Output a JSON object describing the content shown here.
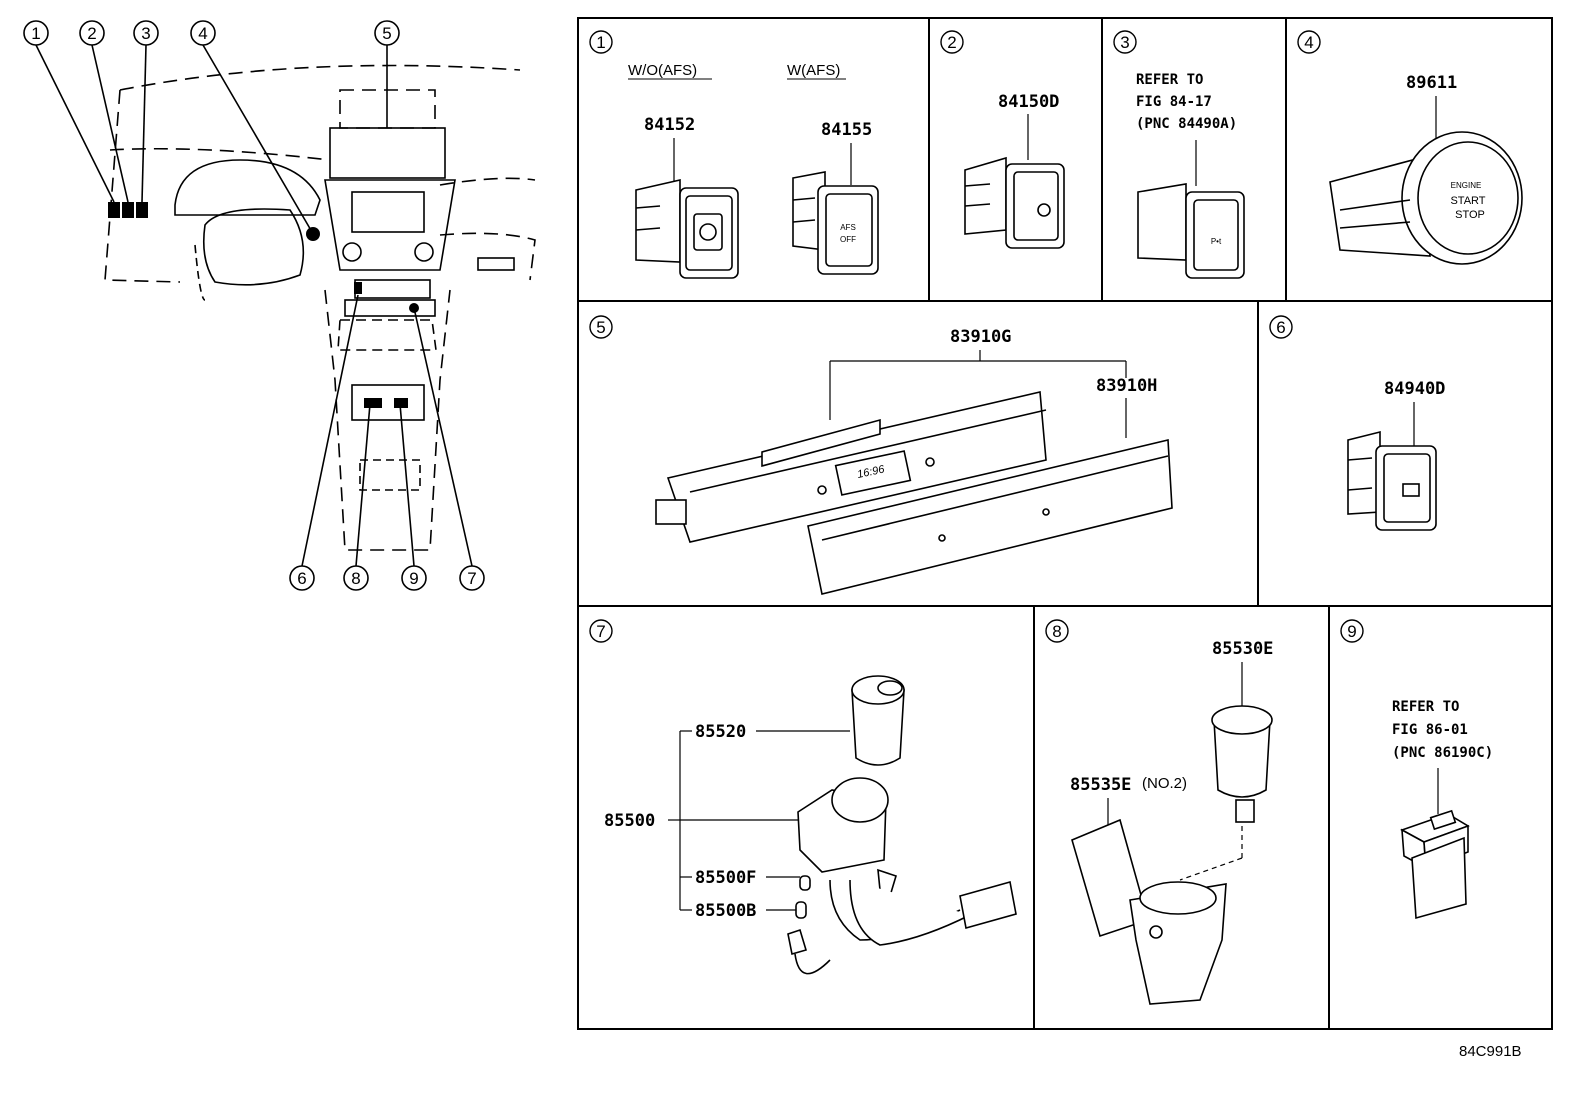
{
  "overview": {
    "callouts": [
      "1",
      "2",
      "3",
      "4",
      "5",
      "6",
      "7",
      "8",
      "9"
    ]
  },
  "panels": {
    "p1": {
      "num": "1",
      "sub_a": "W/O(AFS)",
      "sub_b": "W(AFS)",
      "part_a": "84152",
      "part_b": "84155",
      "afs_text_1": "AFS",
      "afs_text_2": "OFF"
    },
    "p2": {
      "num": "2",
      "part": "84150D"
    },
    "p3": {
      "num": "3",
      "ref_1": "REFER TO",
      "ref_2": "FIG 84-17",
      "ref_3": "(PNC 84490A)",
      "btn_text": "P•t"
    },
    "p4": {
      "num": "4",
      "part": "89611",
      "btn_1": "ENGINE",
      "btn_2": "START",
      "btn_3": "STOP"
    },
    "p5": {
      "num": "5",
      "part_a": "83910G",
      "part_b": "83910H",
      "display": "16:96"
    },
    "p6": {
      "num": "6",
      "part": "84940D"
    },
    "p7": {
      "num": "7",
      "part_a": "85520",
      "part_b": "85500",
      "part_c": "85500F",
      "part_d": "85500B"
    },
    "p8": {
      "num": "8",
      "part_a": "85530E",
      "part_b": "85535E",
      "part_b_note": "(NO.2)"
    },
    "p9": {
      "num": "9",
      "ref_1": "REFER TO",
      "ref_2": "FIG 86-01",
      "ref_3": "(PNC 86190C)"
    }
  },
  "figure_code": "84C991B"
}
